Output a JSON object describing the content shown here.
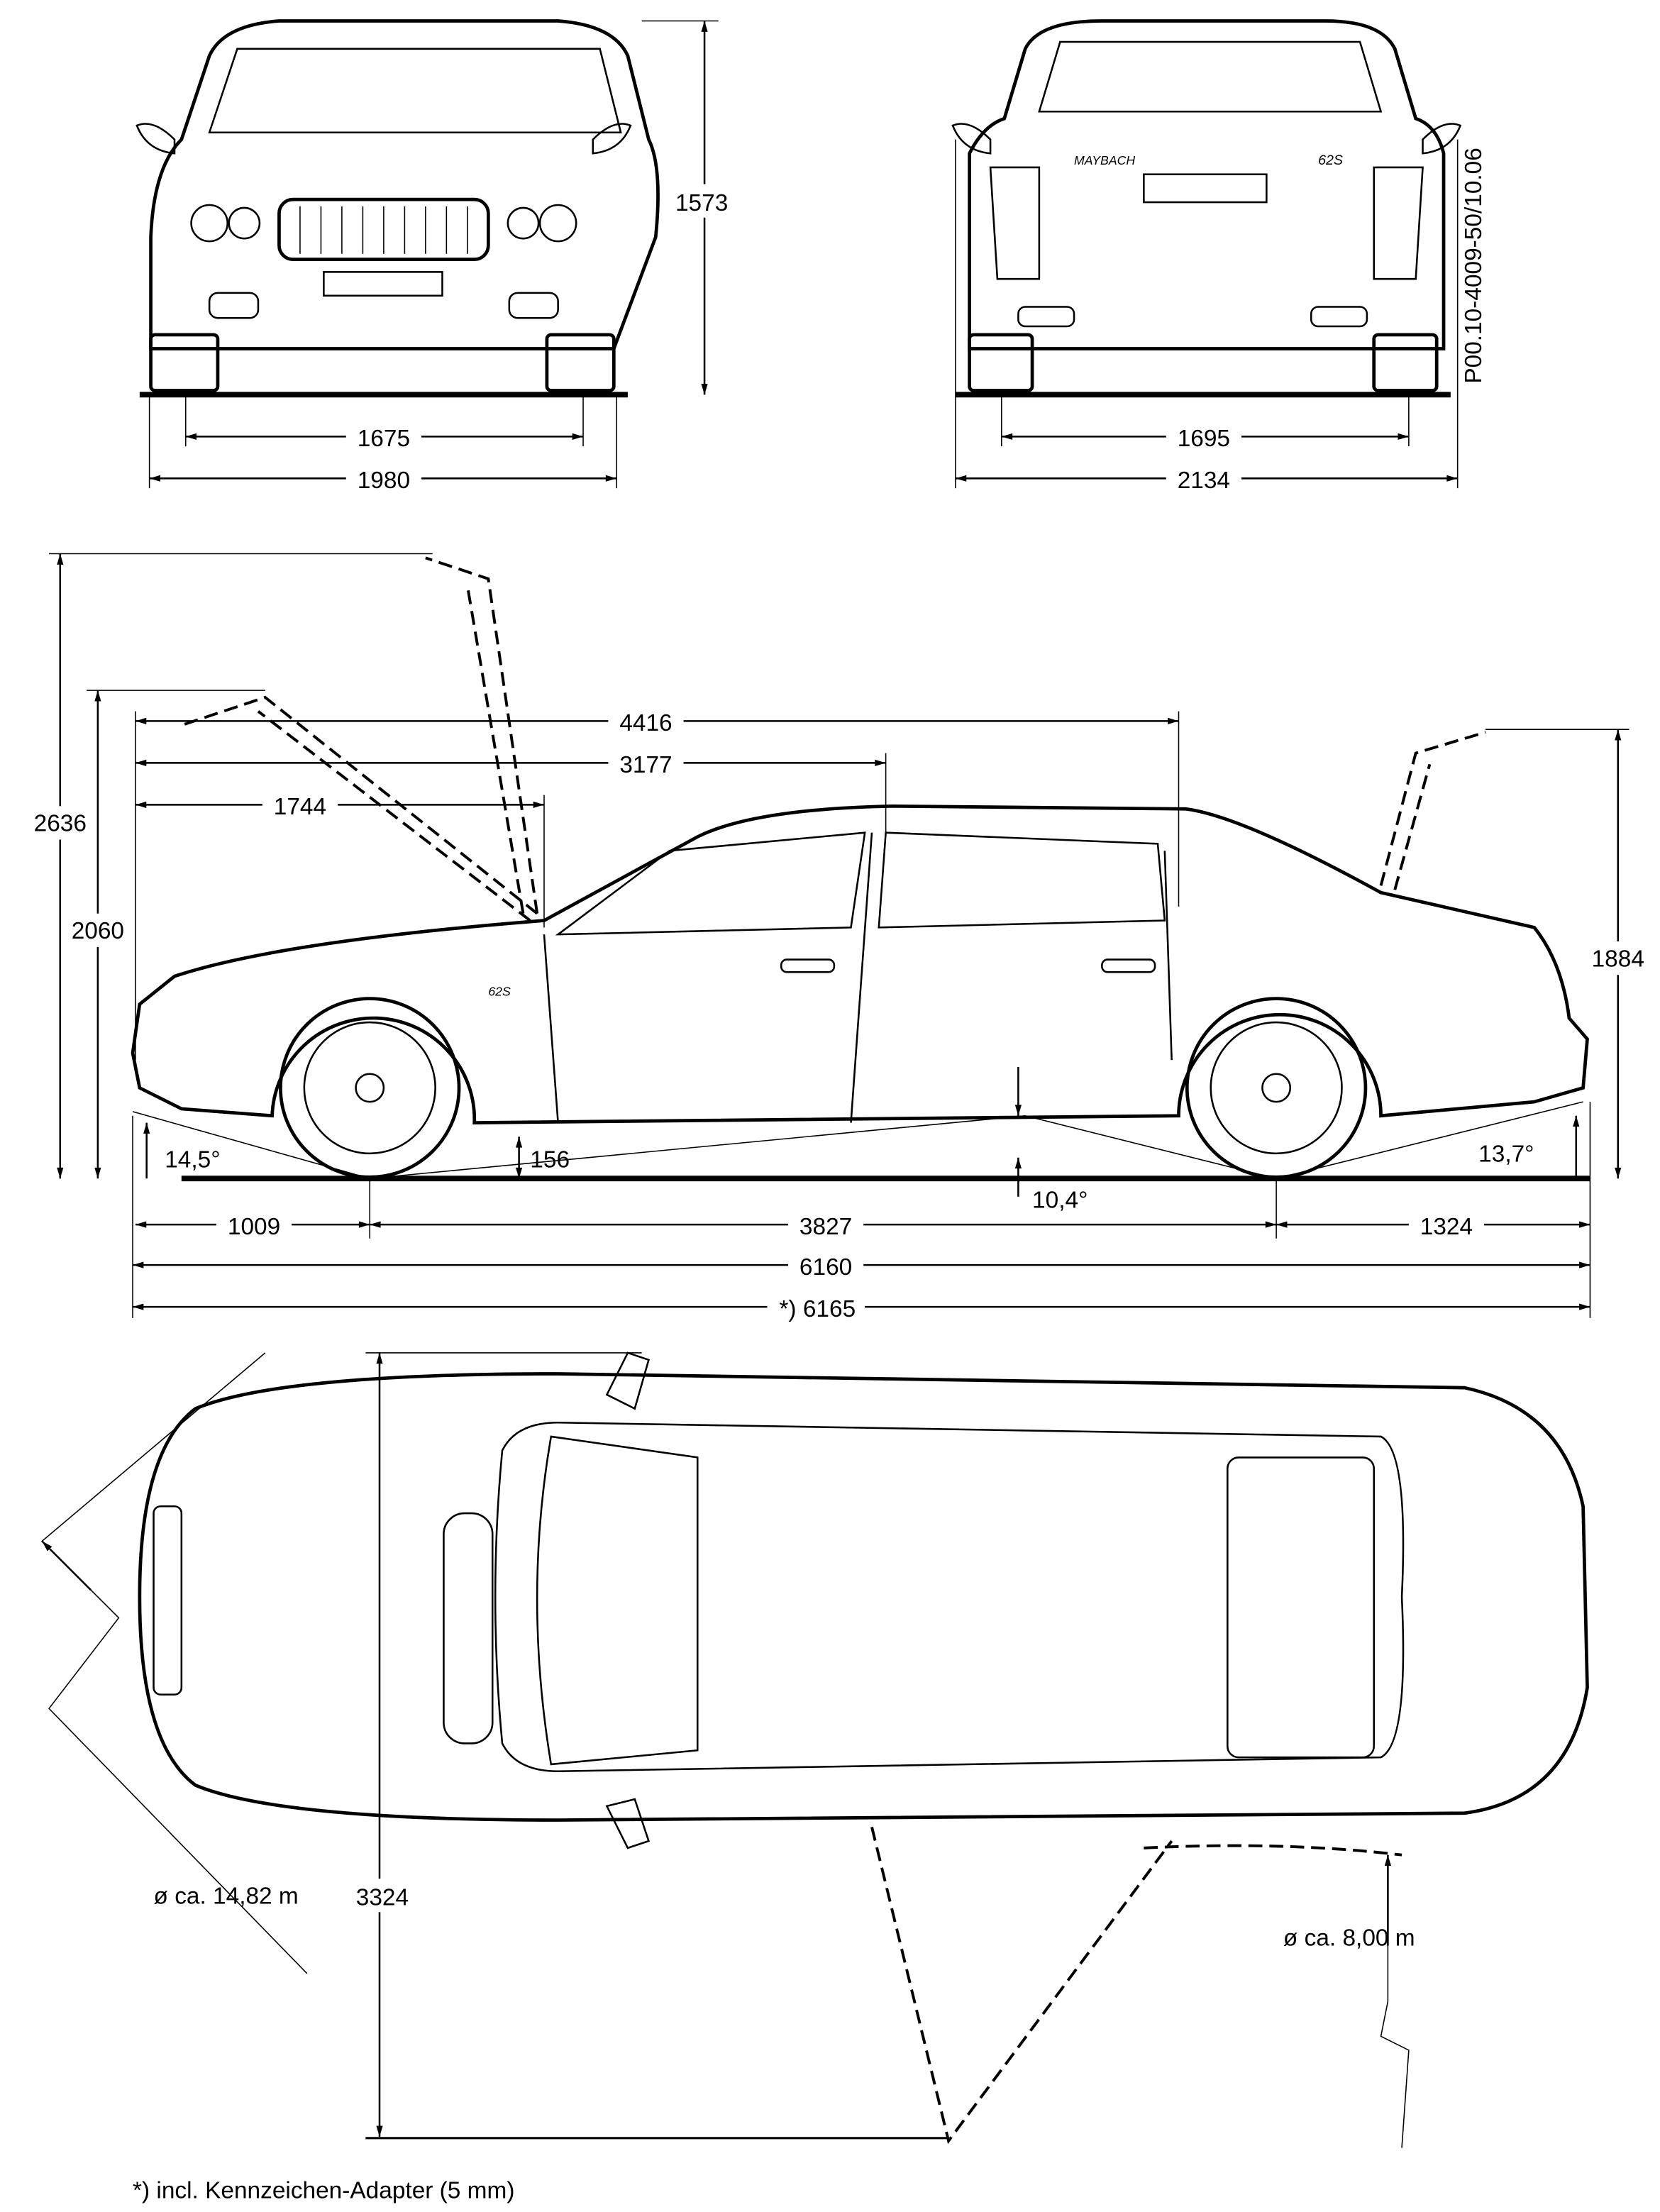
{
  "drawing": {
    "code": "P00.10-4009-50/10.06",
    "footnote": "*) incl. Kennzeichen-Adapter (5 mm)",
    "brand_badge": "MAYBACH",
    "model_badge": "62S",
    "front_view": {
      "height": "1573",
      "track": "1675",
      "width": "1980"
    },
    "rear_view": {
      "track": "1695",
      "width_mirrors": "2134"
    },
    "side_view": {
      "height_trunk_open_max": "2636",
      "height_hood_open": "2060",
      "height_trunk_lid": "1884",
      "dist_4416": "4416",
      "dist_3177": "3177",
      "dist_1744": "1744",
      "approach_angle": "14,5°",
      "ground_clearance": "156",
      "ramp_angle": "10,4°",
      "departure_angle": "13,7°",
      "front_overhang": "1009",
      "wheelbase": "3827",
      "rear_overhang": "1324",
      "length": "6160",
      "length_with_adapter": "*) 6165"
    },
    "top_view": {
      "width_doors_open": "3324",
      "turning_circle": "ø ca. 14,82 m",
      "door_swing": "ø ca. 8,00 m"
    }
  }
}
